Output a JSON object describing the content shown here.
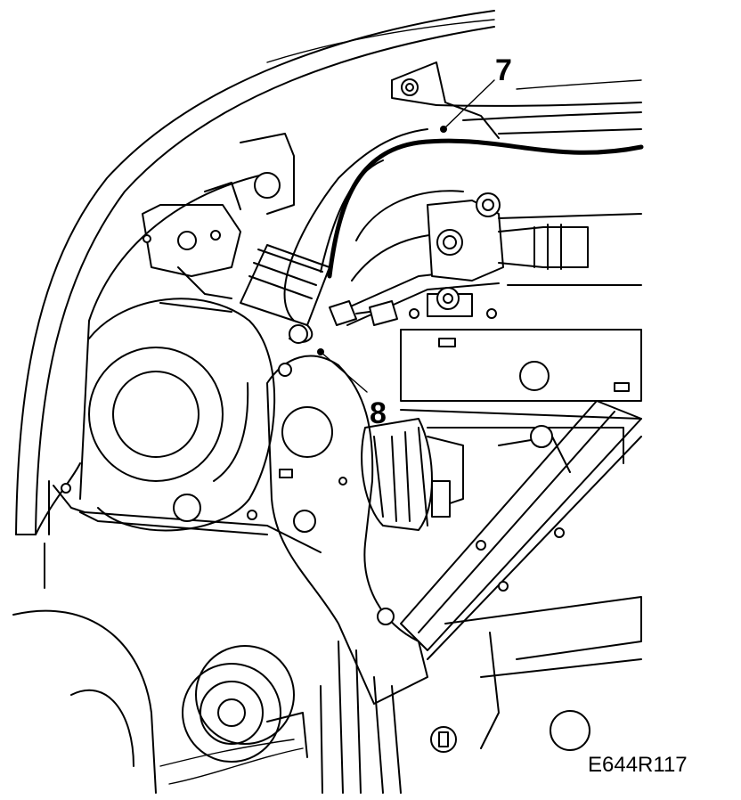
{
  "figure": {
    "callouts": [
      {
        "label": "7",
        "part": "wiring-harness"
      },
      {
        "label": "8",
        "part": "ground-point"
      }
    ],
    "reference_code": "E644R117",
    "colors": {
      "line": "#000000",
      "background": "#ffffff"
    }
  }
}
